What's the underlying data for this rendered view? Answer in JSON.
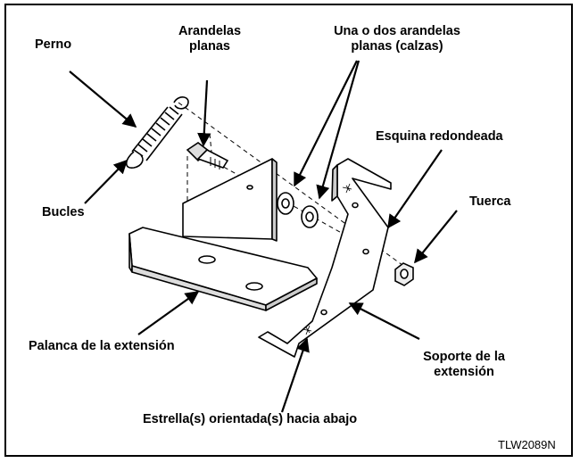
{
  "labels": {
    "perno": "Perno",
    "arandelas_planas_1": "Arandelas",
    "arandelas_planas_2": "planas",
    "una_o_dos_1": "Una o dos arandelas",
    "una_o_dos_2": "planas (calzas)",
    "esquina": "Esquina redondeada",
    "tuerca": "Tuerca",
    "bucles": "Bucles",
    "palanca": "Palanca de la extensión",
    "soporte_1": "Soporte de la",
    "soporte_2": "extensión",
    "estrella": "Estrella(s)  orientada(s) hacia abajo"
  },
  "figure_code": "TLW2089N"
}
